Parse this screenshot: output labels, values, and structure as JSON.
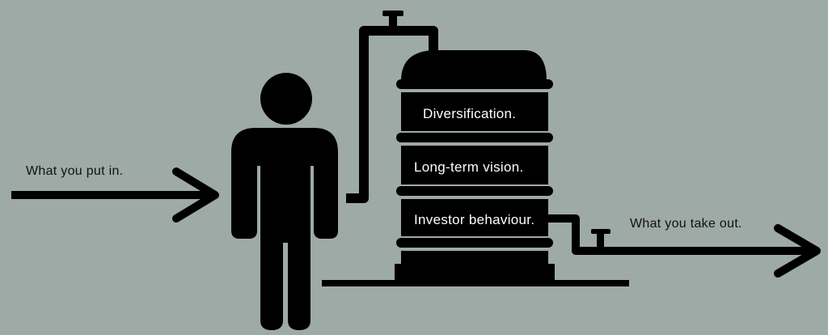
{
  "labels": {
    "input": "What you put in.",
    "output": "What you take out."
  },
  "tank": {
    "sections": [
      "Diversification.",
      "Long-term vision.",
      "Investor behaviour."
    ]
  },
  "colors": {
    "background": "#9eaaa6",
    "ink": "#000000",
    "tank_text": "#ffffff",
    "label_text": "#111111"
  }
}
